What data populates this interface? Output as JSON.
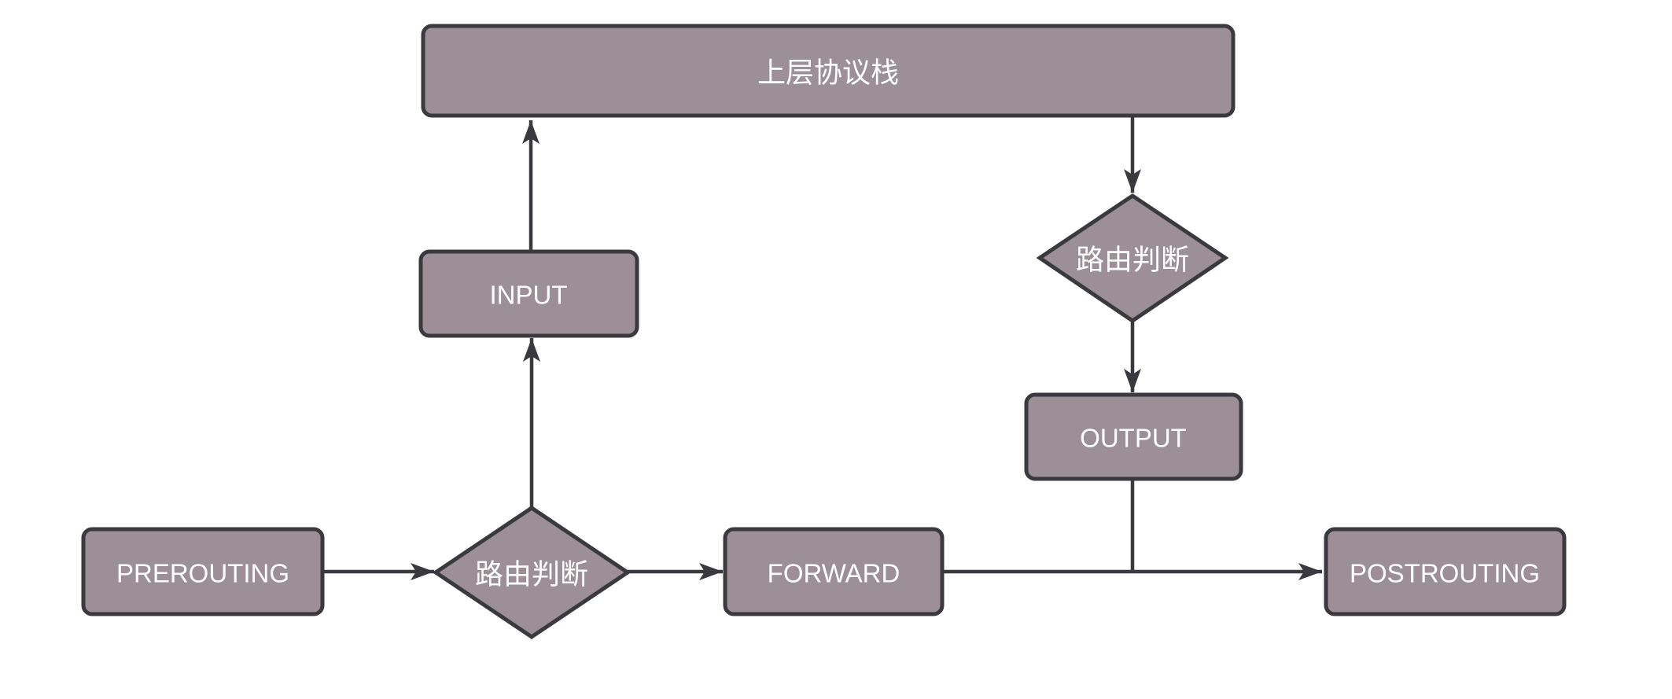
{
  "diagram": {
    "style": {
      "background": "#ffffff",
      "node_fill": "#9c9096",
      "node_border": "#3a393e",
      "connector": "#3a393e",
      "label_color": "#ffffff"
    },
    "nodes": {
      "upper_stack": {
        "label": "上层协议栈",
        "shape": "rectangle"
      },
      "input": {
        "label": "INPUT",
        "shape": "rectangle"
      },
      "routing_top": {
        "label": "路由判断",
        "shape": "diamond"
      },
      "output": {
        "label": "OUTPUT",
        "shape": "rectangle"
      },
      "prerouting": {
        "label": "PREROUTING",
        "shape": "rectangle"
      },
      "routing_bottom": {
        "label": "路由判断",
        "shape": "diamond"
      },
      "forward": {
        "label": "FORWARD",
        "shape": "rectangle"
      },
      "postrouting": {
        "label": "POSTROUTING",
        "shape": "rectangle"
      }
    },
    "edges": [
      {
        "from": "prerouting",
        "to": "routing_bottom",
        "arrow": true
      },
      {
        "from": "routing_bottom",
        "to": "forward",
        "arrow": true
      },
      {
        "from": "routing_bottom",
        "to": "input",
        "arrow": true
      },
      {
        "from": "input",
        "to": "upper_stack",
        "arrow": true
      },
      {
        "from": "upper_stack",
        "to": "routing_top",
        "arrow": true
      },
      {
        "from": "routing_top",
        "to": "output",
        "arrow": true
      },
      {
        "from": "output",
        "to": "forward_postrouting_line",
        "arrow": false
      },
      {
        "from": "forward",
        "to": "postrouting",
        "arrow": true
      }
    ]
  }
}
